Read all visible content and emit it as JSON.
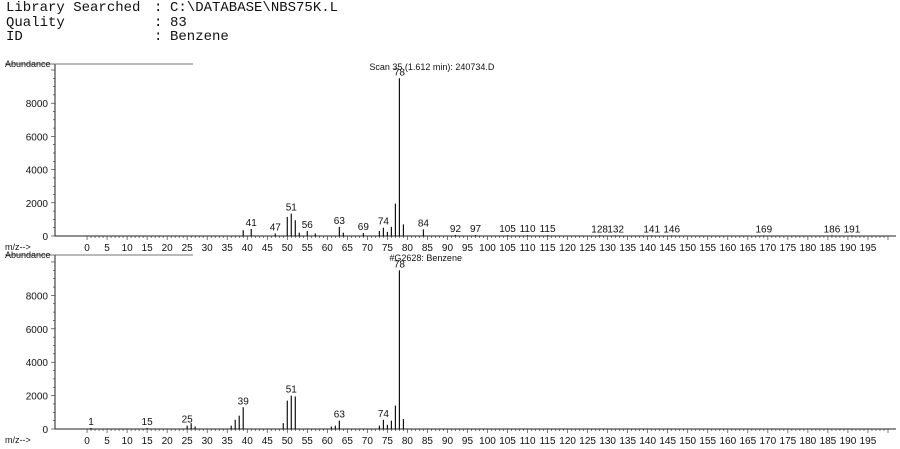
{
  "header": {
    "rows": [
      {
        "label": "Library Searched",
        "sep": ":",
        "value": "C:\\DATABASE\\NBS75K.L"
      },
      {
        "label": "Quality",
        "sep": ":",
        "value": "83"
      },
      {
        "label": "ID",
        "sep": ":",
        "value": "Benzene"
      }
    ]
  },
  "chart_data": [
    {
      "type": "bar",
      "title": "Scan 35 (1.612 min): 240734.D",
      "ylabel": "Abundance",
      "xlabel": "m/z-->",
      "xlim": [
        -8,
        202
      ],
      "ylim": [
        0,
        10000
      ],
      "xticks": [
        0,
        5,
        10,
        15,
        20,
        25,
        30,
        35,
        40,
        45,
        50,
        55,
        60,
        65,
        70,
        75,
        80,
        85,
        90,
        95,
        100,
        105,
        110,
        115,
        120,
        125,
        130,
        135,
        140,
        145,
        150,
        155,
        160,
        165,
        170,
        175,
        180,
        185,
        190,
        195
      ],
      "yticks": [
        0,
        2000,
        4000,
        6000,
        8000
      ],
      "peaks": [
        {
          "x": 39,
          "y": 350
        },
        {
          "x": 41,
          "y": 420,
          "label": "41"
        },
        {
          "x": 47,
          "y": 150,
          "label": "47"
        },
        {
          "x": 50,
          "y": 1150
        },
        {
          "x": 51,
          "y": 1350,
          "label": "51"
        },
        {
          "x": 52,
          "y": 950
        },
        {
          "x": 53,
          "y": 200
        },
        {
          "x": 55,
          "y": 300,
          "label": "56"
        },
        {
          "x": 57,
          "y": 150
        },
        {
          "x": 63,
          "y": 550,
          "label": "63"
        },
        {
          "x": 64,
          "y": 200
        },
        {
          "x": 69,
          "y": 180,
          "label": "69"
        },
        {
          "x": 73,
          "y": 300
        },
        {
          "x": 74,
          "y": 500,
          "label": "74"
        },
        {
          "x": 75,
          "y": 250
        },
        {
          "x": 76,
          "y": 550
        },
        {
          "x": 77,
          "y": 1950
        },
        {
          "x": 78,
          "y": 9500,
          "label": "78"
        },
        {
          "x": 79,
          "y": 700
        },
        {
          "x": 84,
          "y": 400,
          "label": "84"
        },
        {
          "x": 92,
          "y": 60,
          "label": "92"
        },
        {
          "x": 97,
          "y": 60,
          "label": "97"
        },
        {
          "x": 105,
          "y": 50,
          "label": "105"
        },
        {
          "x": 110,
          "y": 50,
          "label": "110"
        },
        {
          "x": 115,
          "y": 50,
          "label": "115"
        },
        {
          "x": 128,
          "y": 40,
          "label": "128"
        },
        {
          "x": 132,
          "y": 40,
          "label": "132"
        },
        {
          "x": 141,
          "y": 40,
          "label": "141"
        },
        {
          "x": 146,
          "y": 40,
          "label": "146"
        },
        {
          "x": 169,
          "y": 40,
          "label": "169"
        },
        {
          "x": 186,
          "y": 40,
          "label": "186"
        },
        {
          "x": 191,
          "y": 40,
          "label": "191"
        }
      ]
    },
    {
      "type": "bar",
      "title": "#G2628: Benzene",
      "ylabel": "Abundance",
      "xlabel": "m/z-->",
      "xlim": [
        -8,
        202
      ],
      "ylim": [
        0,
        10000
      ],
      "xticks": [
        0,
        5,
        10,
        15,
        20,
        25,
        30,
        35,
        40,
        45,
        50,
        55,
        60,
        65,
        70,
        75,
        80,
        85,
        90,
        95,
        100,
        105,
        110,
        115,
        120,
        125,
        130,
        135,
        140,
        145,
        150,
        155,
        160,
        165,
        170,
        175,
        180,
        185,
        190,
        195
      ],
      "yticks": [
        0,
        2000,
        4000,
        6000,
        8000
      ],
      "peaks": [
        {
          "x": 1,
          "y": 60,
          "label": "1"
        },
        {
          "x": 15,
          "y": 60,
          "label": "15"
        },
        {
          "x": 25,
          "y": 200,
          "label": "25"
        },
        {
          "x": 26,
          "y": 350
        },
        {
          "x": 27,
          "y": 150
        },
        {
          "x": 36,
          "y": 200
        },
        {
          "x": 37,
          "y": 550
        },
        {
          "x": 38,
          "y": 800
        },
        {
          "x": 39,
          "y": 1300,
          "label": "39"
        },
        {
          "x": 49,
          "y": 350
        },
        {
          "x": 50,
          "y": 1700
        },
        {
          "x": 51,
          "y": 2000,
          "label": "51"
        },
        {
          "x": 52,
          "y": 1950
        },
        {
          "x": 61,
          "y": 150
        },
        {
          "x": 62,
          "y": 200
        },
        {
          "x": 63,
          "y": 500,
          "label": "63"
        },
        {
          "x": 73,
          "y": 200
        },
        {
          "x": 74,
          "y": 550,
          "label": "74"
        },
        {
          "x": 75,
          "y": 250
        },
        {
          "x": 76,
          "y": 500
        },
        {
          "x": 77,
          "y": 1400
        },
        {
          "x": 78,
          "y": 9500,
          "label": "78"
        },
        {
          "x": 79,
          "y": 600
        }
      ]
    }
  ]
}
